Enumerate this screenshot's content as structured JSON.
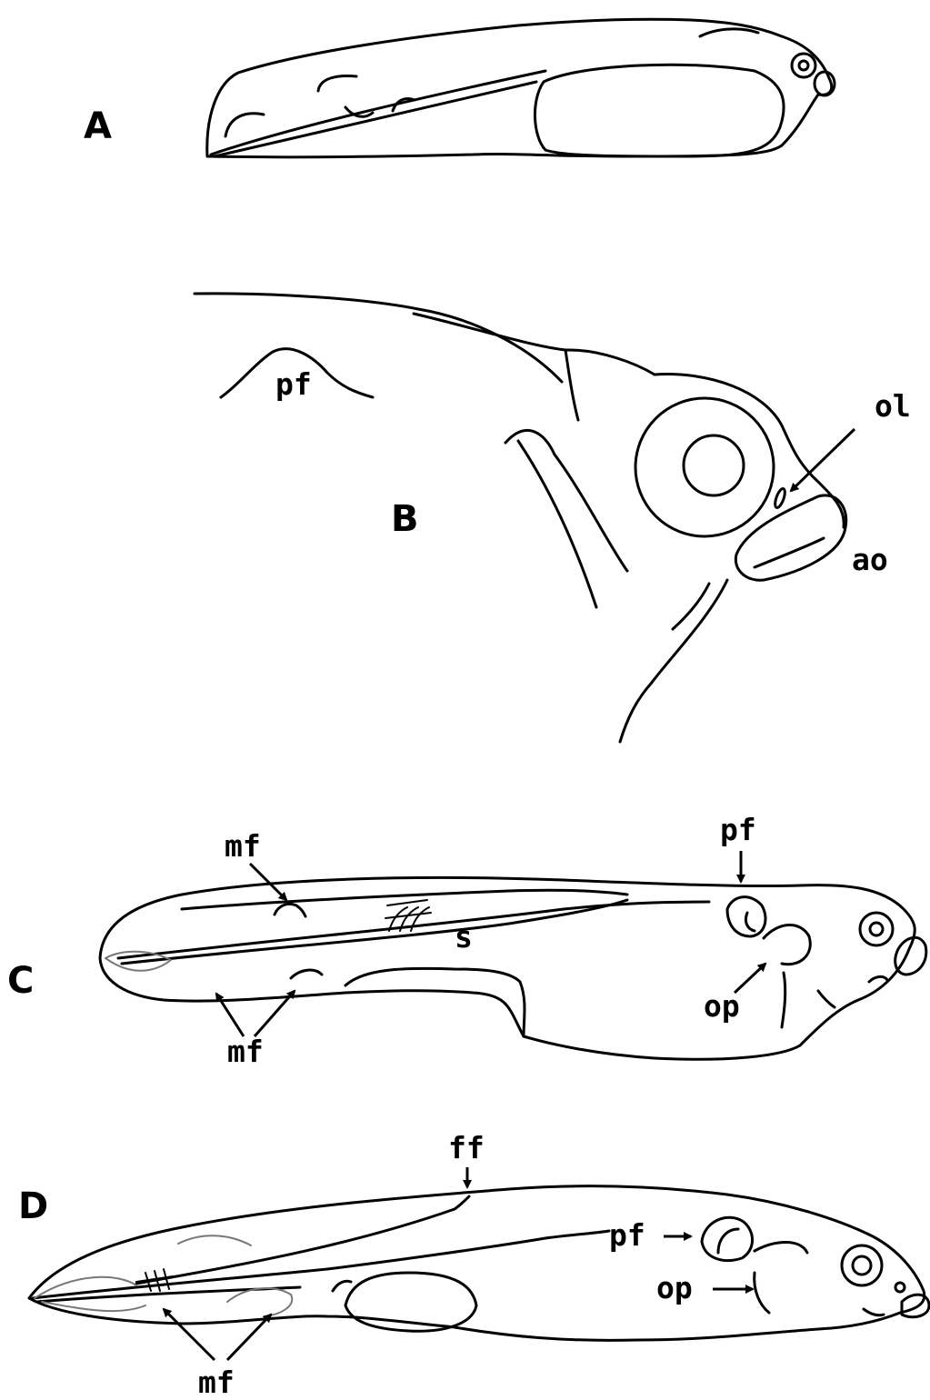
{
  "panels": [
    {
      "id": "A",
      "letter": "A"
    },
    {
      "id": "B",
      "letter": "B"
    },
    {
      "id": "C",
      "letter": "C"
    },
    {
      "id": "D",
      "letter": "D"
    }
  ],
  "labels": {
    "B": {
      "pf": "pf",
      "ol": "ol",
      "ao": "ao"
    },
    "C": {
      "mf_top": "mf",
      "pf": "pf",
      "s": "s",
      "op": "op",
      "mf_bottom": "mf"
    },
    "D": {
      "ff": "ff",
      "pf": "pf",
      "op": "op",
      "mf": "mf"
    }
  }
}
